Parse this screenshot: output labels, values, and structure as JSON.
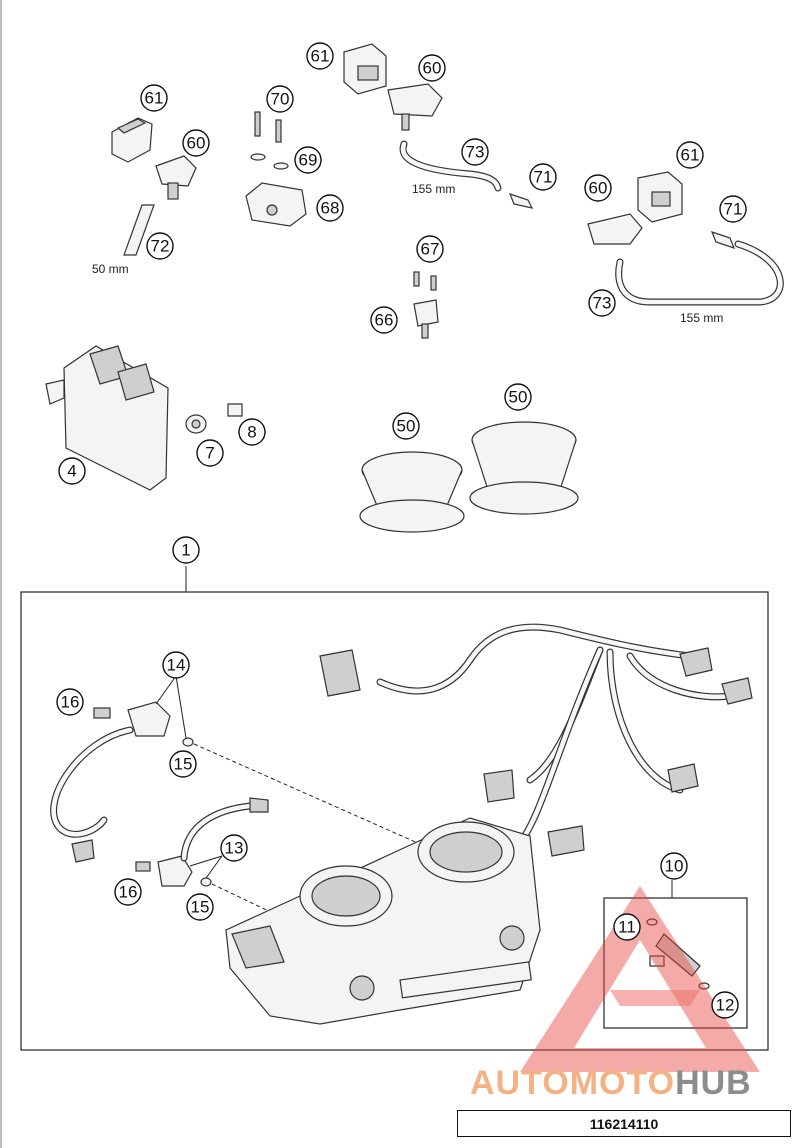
{
  "callouts": [
    {
      "label": "61"
    },
    {
      "label": "60"
    },
    {
      "label": "70"
    },
    {
      "label": "69"
    },
    {
      "label": "68"
    },
    {
      "label": "61"
    },
    {
      "label": "60"
    },
    {
      "label": "73"
    },
    {
      "label": "71"
    },
    {
      "label": "72"
    },
    {
      "label": "60"
    },
    {
      "label": "61"
    },
    {
      "label": "71"
    },
    {
      "label": "73"
    },
    {
      "label": "67"
    },
    {
      "label": "66"
    },
    {
      "label": "4"
    },
    {
      "label": "7"
    },
    {
      "label": "8"
    },
    {
      "label": "50"
    },
    {
      "label": "50"
    },
    {
      "label": "1"
    },
    {
      "label": "14"
    },
    {
      "label": "16"
    },
    {
      "label": "15"
    },
    {
      "label": "13"
    },
    {
      "label": "16"
    },
    {
      "label": "15"
    },
    {
      "label": "10"
    },
    {
      "label": "11"
    },
    {
      "label": "12"
    }
  ],
  "dimensions": {
    "hose_72": "50 mm",
    "hose_73_top": "155 mm",
    "hose_73_right": "155 mm"
  },
  "watermark": {
    "part1": "AUTOMOTO",
    "part2": "HUB",
    "color1": "#f4b183",
    "color2": "#8c8c8c",
    "triangle_color": "#e8453c"
  },
  "drawing_code": "116214110"
}
